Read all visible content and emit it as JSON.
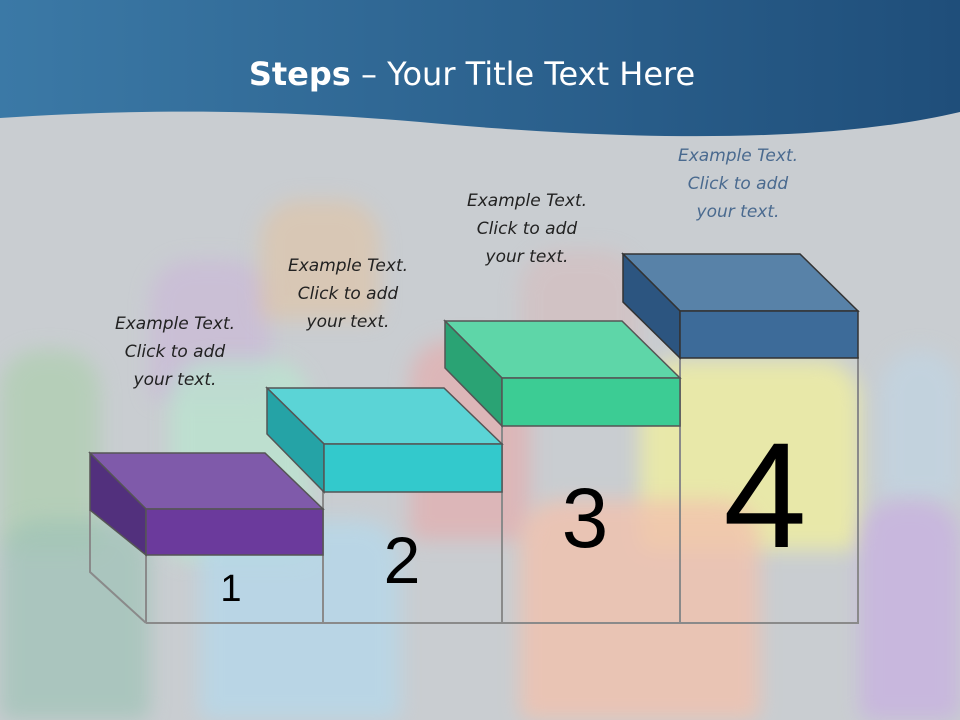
{
  "slide": {
    "title_bold": "Steps",
    "title_rest": " – Your Title Text Here"
  },
  "steps": [
    {
      "number": "1",
      "caption": [
        "Example Text.",
        "Click  to add",
        "your text."
      ],
      "color_top": "#7f5aaa",
      "color_front": "#6b3a9c",
      "color_side": "#52307d"
    },
    {
      "number": "2",
      "caption": [
        "Example Text.",
        "Click  to add",
        "your text."
      ],
      "color_top": "#5bd4d6",
      "color_front": "#33c9cc",
      "color_side": "#25a3a6"
    },
    {
      "number": "3",
      "caption": [
        "Example Text.",
        "Click  to add",
        "your text."
      ],
      "color_top": "#5ed6a8",
      "color_front": "#3ccc94",
      "color_side": "#2aa374"
    },
    {
      "number": "4",
      "caption": [
        "Example Text.",
        "Click  to add",
        "your text."
      ],
      "color_top": "#5882a8",
      "color_front": "#3d6b99",
      "color_side": "#2c5580"
    }
  ]
}
